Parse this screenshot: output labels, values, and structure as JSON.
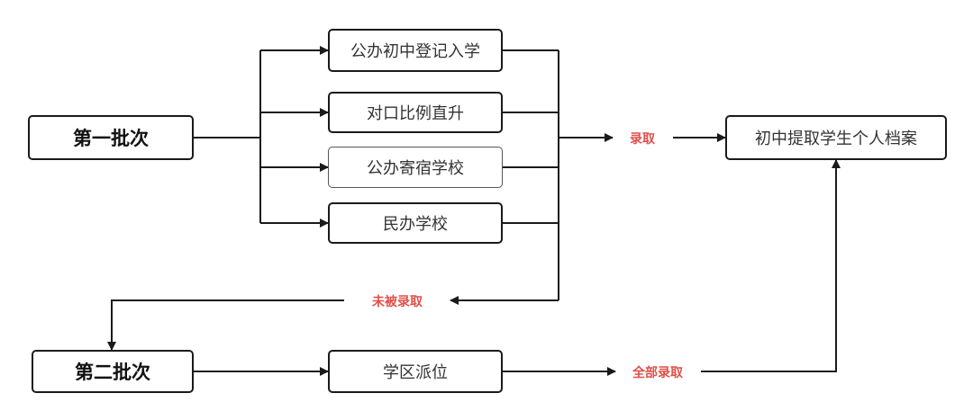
{
  "colors": {
    "line": "#1a1a1a",
    "label": "#e0504a"
  },
  "nodes": {
    "batch1": "第一批次",
    "batch2": "第二批次",
    "opt1": "公办初中登记入学",
    "opt2": "对口比例直升",
    "opt3": "公办寄宿学校",
    "opt4": "民办学校",
    "district": "学区派位",
    "archive": "初中提取学生个人档案"
  },
  "labels": {
    "admit": "录取",
    "not_admitted": "未被录取",
    "all_admit": "全部录取"
  }
}
